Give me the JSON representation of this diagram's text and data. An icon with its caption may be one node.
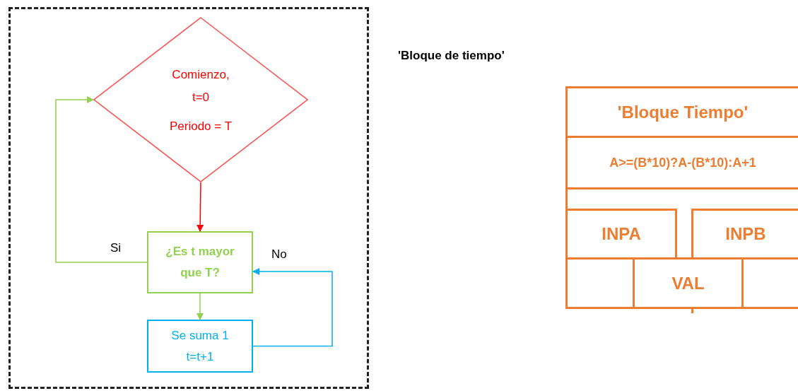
{
  "diagram": {
    "nodes": [
      {
        "text": [],
        "shape": "box"
      },
      {
        "text": [
          "Comienzo, t=0",
          "Periodo = T"
        ],
        "in": 0
      },
      {
        "text": [
          "¿Es t mayor que T?"
        ],
        "in": 0
      },
      {
        "text": [
          "Se suma 1 t=t+1"
        ],
        "in": 0
      },
      {
        "text": [],
        "shape": "box"
      },
      {
        "text": [
          "'Bloque Tiempo'"
        ],
        "in": 4
      },
      {
        "text": [
          "A>=(B*10)?A-(B*10):A+1"
        ],
        "in": 4
      },
      {
        "text": [
          "INPA"
        ],
        "in": 4
      },
      {
        "text": [
          "INPB"
        ],
        "in": 4
      },
      {
        "text": [
          "VAL"
        ],
        "in": 4
      }
    ],
    "edges": [
      {
        "from": 1,
        "to": 2,
        "arrow": "to",
        "color": "#ff0000"
      },
      {
        "from": 2,
        "to": 3,
        "arrow": "to",
        "color": "#92d050"
      },
      {
        "from": 2,
        "to": 1,
        "arrow": "to",
        "label": "Si",
        "color": "#92d050"
      },
      {
        "from": 3,
        "to": 2,
        "arrow": "to",
        "label": "No",
        "color": "#00b0f0"
      }
    ],
    "labels": [
      "'Bloque de tiempo'"
    ]
  }
}
